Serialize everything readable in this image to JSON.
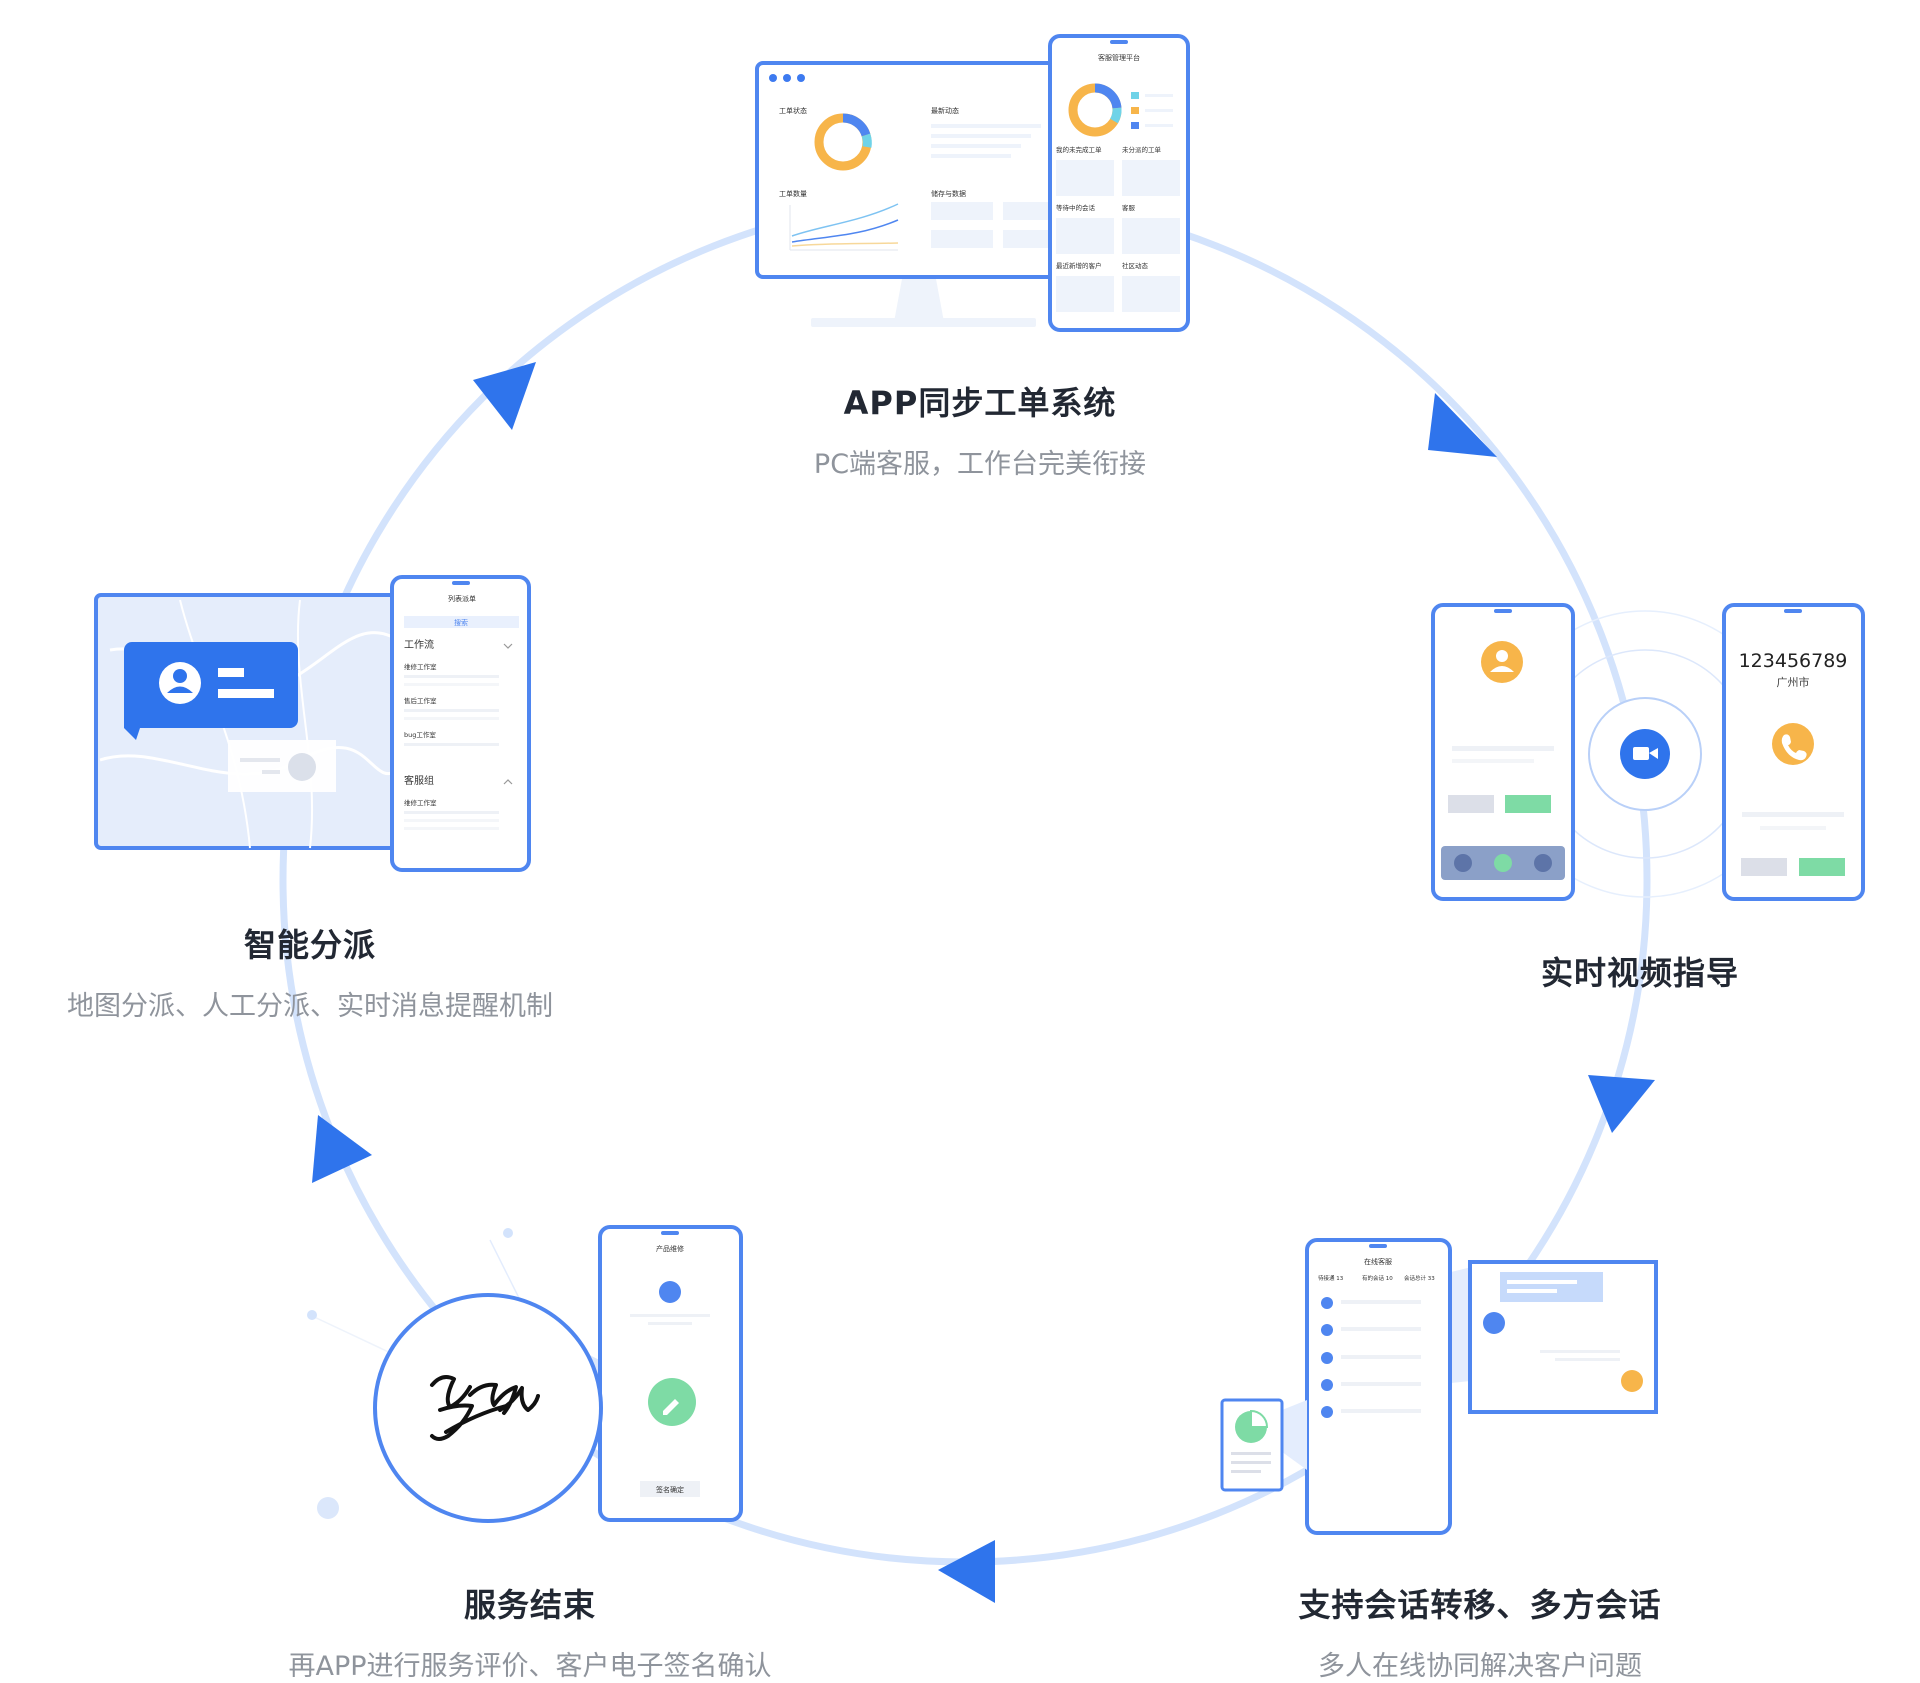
{
  "steps": [
    {
      "title": "APP同步工单系统",
      "subtitle": "PC端客服，工作台完美衔接"
    },
    {
      "title": "实时视频指导",
      "subtitle": ""
    },
    {
      "title": "支持会话转移、多方会话",
      "subtitle": "多人在线协同解决客户问题"
    },
    {
      "title": "服务结束",
      "subtitle": "再APP进行服务评价、客户电子签名确认"
    },
    {
      "title": "智能分派",
      "subtitle": "地图分派、人工分派、实时消息提醒机制"
    }
  ],
  "pc_mock": {
    "phone_title": "客服管理平台",
    "widgets": [
      "工单状态",
      "最新动态",
      "工单数量",
      "储存与数据"
    ],
    "phone_cards": [
      "我的未完成工单",
      "未分派的工单",
      "等待中的会话",
      "客服",
      "最近新增的客户",
      "社区动态"
    ]
  },
  "video_mock": {
    "number": "123456789",
    "city": "广州市"
  },
  "chat_mock": {
    "title": "在线客服",
    "stats": [
      "待接通 13",
      "有的会话 10",
      "会话总计 33"
    ]
  },
  "sign_mock": {
    "title": "产品维修",
    "confirm_label": "签名确定"
  },
  "dispatch_mock": {
    "title": "列表派单",
    "search_label": "搜索",
    "group1": "工作流",
    "group1_items": [
      "维修工作室",
      "售后工作室",
      "bug工作室"
    ],
    "group2": "客服组",
    "group2_items": [
      "维修工作室"
    ]
  },
  "colors": {
    "accent": "#2f74ec",
    "ring": "#cfe0fb",
    "device_border": "#5a8ef0",
    "orange": "#f7b54a",
    "green": "#7edba5"
  }
}
